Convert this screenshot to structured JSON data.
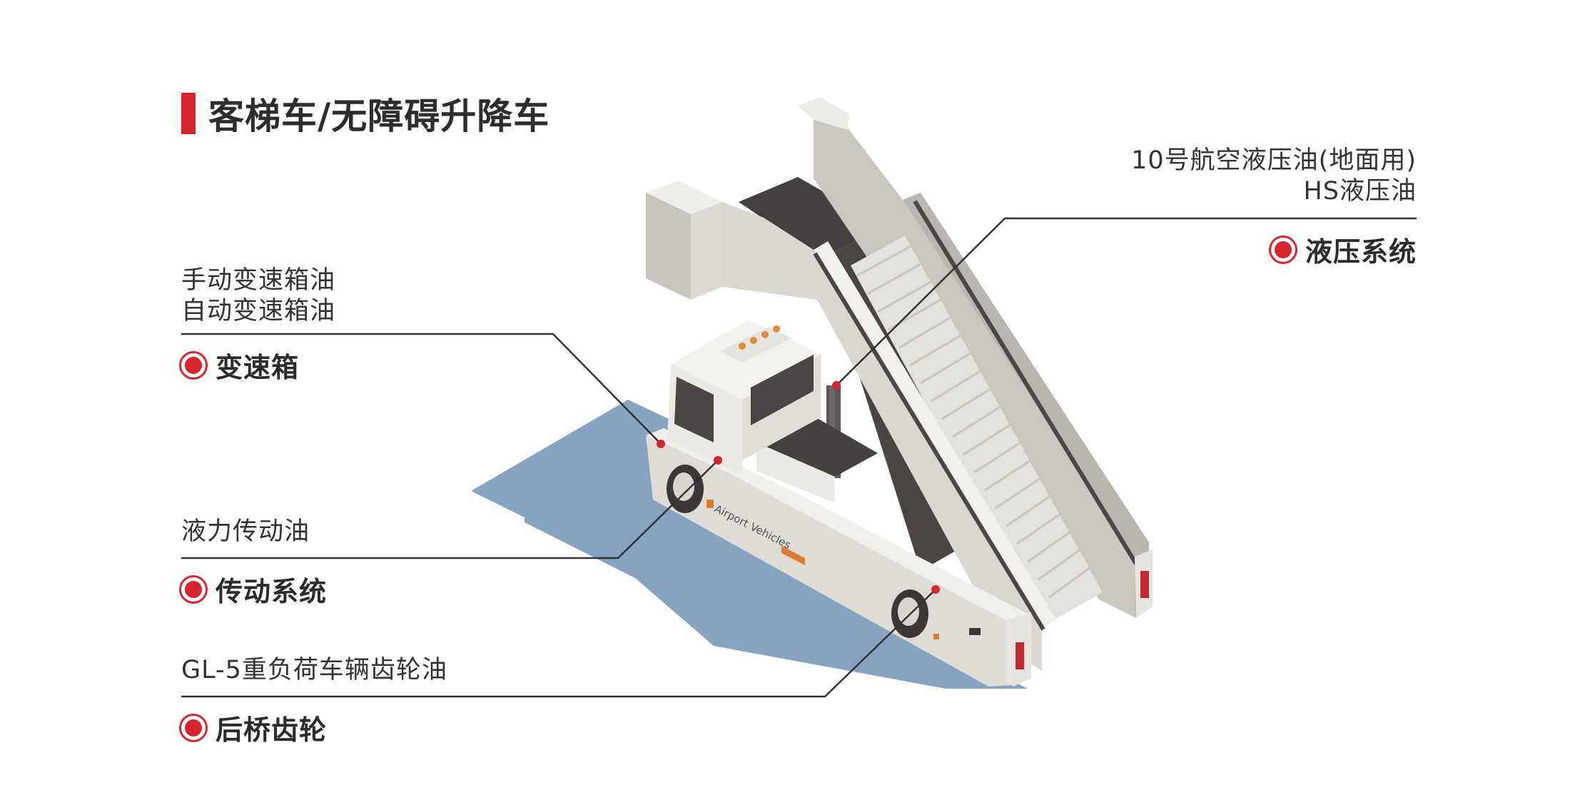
{
  "title": "客梯车/无障碍升降车",
  "accent_color": "#d7252e",
  "annotations": [
    {
      "id": "gearbox",
      "oils": [
        "手动变速箱油",
        "自动变速箱油"
      ],
      "system": "变速箱"
    },
    {
      "id": "drive",
      "oils": [
        "液力传动油"
      ],
      "system": "传动系统"
    },
    {
      "id": "axle",
      "oils": [
        "GL-5重负荷车辆齿轮油"
      ],
      "system": "后桥齿轮"
    },
    {
      "id": "hydraulic",
      "oils": [
        "10号航空液压油(地面用)",
        "HS液压油"
      ],
      "system": "液压系统"
    }
  ],
  "vehicle": {
    "side_text": "Airport Vehicles",
    "icon": "airport-stair-truck-illustration"
  }
}
